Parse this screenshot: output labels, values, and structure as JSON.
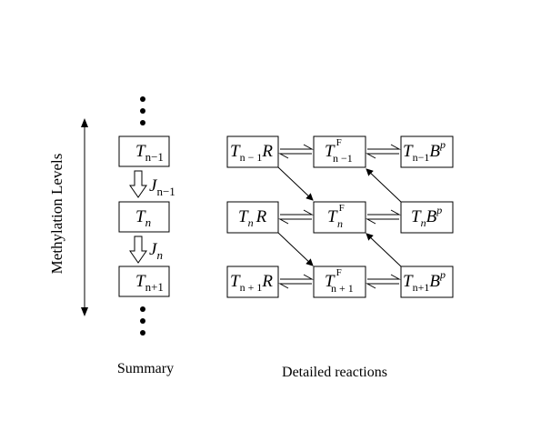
{
  "axis": {
    "label": "Methylation Levels"
  },
  "summary": {
    "caption": "Summary",
    "boxes": [
      {
        "symbol": "T",
        "sub": "n−1"
      },
      {
        "symbol": "T",
        "sub": "n"
      },
      {
        "symbol": "T",
        "sub": "n+1"
      }
    ],
    "fluxes": [
      {
        "symbol": "J",
        "sub": "n−1"
      },
      {
        "symbol": "J",
        "sub": "n"
      }
    ]
  },
  "reactions": {
    "caption": "Detailed reactions",
    "rows": [
      {
        "receptor": {
          "symbol": "T",
          "sub": "n − 1",
          "suffix": "R"
        },
        "free": {
          "symbol": "T",
          "sup": "F",
          "sub": "n −1"
        },
        "bound": {
          "symbol": "T",
          "sub": "n−1",
          "suffix": "B",
          "sup": "p"
        }
      },
      {
        "receptor": {
          "symbol": "T",
          "sub": "n",
          "suffix": "R"
        },
        "free": {
          "symbol": "T",
          "sup": "F",
          "sub": "n"
        },
        "bound": {
          "symbol": "T",
          "sub": "n",
          "suffix": "B",
          "sup": "p"
        }
      },
      {
        "receptor": {
          "symbol": "T",
          "sub": "n + 1",
          "suffix": "R"
        },
        "free": {
          "symbol": "T",
          "sup": "F",
          "sub": "n + 1"
        },
        "bound": {
          "symbol": "T",
          "sub": "n+1",
          "suffix": "B",
          "sup": "p"
        }
      }
    ]
  }
}
